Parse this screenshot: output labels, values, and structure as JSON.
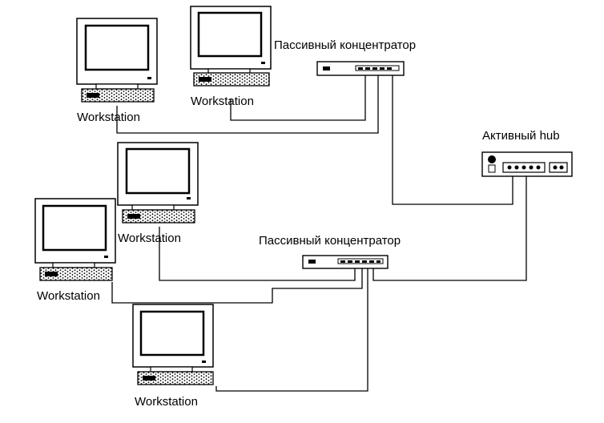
{
  "labels": {
    "workstation": "Workstation",
    "passive_hub": "Пассивный концентратор",
    "active_hub": "Активный  hub"
  },
  "nodes": [
    {
      "id": "ws1",
      "type": "workstation",
      "label": "Workstation"
    },
    {
      "id": "ws2",
      "type": "workstation",
      "label": "Workstation"
    },
    {
      "id": "ws3",
      "type": "workstation",
      "label": "Workstation"
    },
    {
      "id": "ws4",
      "type": "workstation",
      "label": "Workstation"
    },
    {
      "id": "ws5",
      "type": "workstation",
      "label": "Workstation"
    },
    {
      "id": "hub-passive-top",
      "type": "passive-hub",
      "label": "Пассивный концентратор"
    },
    {
      "id": "hub-active",
      "type": "active-hub",
      "label": "Активный  hub"
    },
    {
      "id": "hub-passive-bottom",
      "type": "passive-hub",
      "label": "Пассивный концентратор"
    }
  ],
  "edges": [
    {
      "from": "ws1",
      "to": "hub-passive-top"
    },
    {
      "from": "ws2",
      "to": "hub-passive-top"
    },
    {
      "from": "hub-passive-top",
      "to": "hub-active"
    },
    {
      "from": "hub-active",
      "to": "hub-passive-bottom"
    },
    {
      "from": "ws3",
      "to": "hub-passive-bottom"
    },
    {
      "from": "ws4",
      "to": "hub-passive-bottom"
    },
    {
      "from": "ws5",
      "to": "hub-passive-bottom"
    }
  ],
  "colors": {
    "line": "#000000",
    "screen": "#ffffff",
    "background": "#ffffff"
  }
}
